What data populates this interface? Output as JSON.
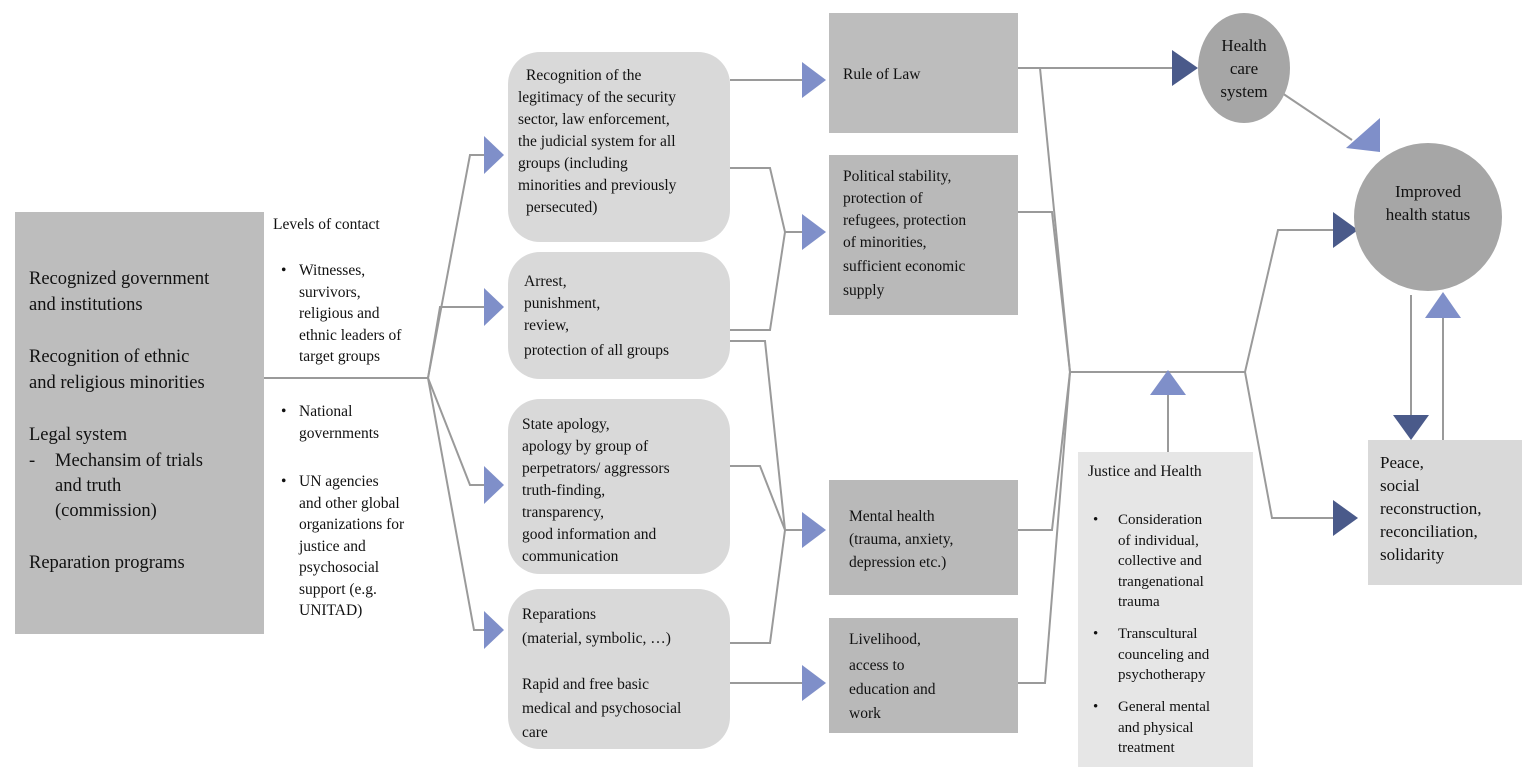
{
  "left_box": {
    "line1a": "Recognized government",
    "line1b": "and institutions",
    "line2a": "Recognition of ethnic",
    "line2b": "and religious minorities",
    "line3": "Legal system",
    "sub_dash": "-",
    "sub_a": "Mechansim of trials",
    "sub_b": "and truth",
    "sub_c": "(commission)",
    "line4": "Reparation programs"
  },
  "contact": {
    "title": "Levels of contact",
    "bullet": "•",
    "b1": [
      "Witnesses,",
      "survivors,",
      "religious and",
      "ethnic leaders of",
      "target groups"
    ],
    "b2": [
      "National",
      "governments"
    ],
    "b3": [
      "UN agencies",
      "and other global",
      "organizations for",
      "justice and",
      "psychosocial",
      "support (e.g.",
      "UNITAD)"
    ]
  },
  "ovals": {
    "o1": [
      "Recognition of the",
      "legitimacy of the security",
      "sector, law enforcement,",
      "the judicial system for all",
      "groups (including",
      "minorities and previously",
      "persecuted)"
    ],
    "o2": [
      "Arrest,",
      "punishment,",
      "review,",
      "protection of all groups"
    ],
    "o3": [
      "State apology,",
      "apology by group of",
      "perpetrators/ aggressors",
      "truth-finding,",
      "transparency,",
      "good information and",
      "communication"
    ],
    "o4": [
      "Reparations",
      "(material, symbolic, …)"
    ],
    "o4b": [
      "Rapid and free basic",
      "medical and psychosocial",
      "care"
    ]
  },
  "outcomes": {
    "rule": [
      "Rule of Law"
    ],
    "political": [
      "Political stability,",
      "protection of",
      "refugees, protection",
      "of minorities,",
      "sufficient economic",
      "supply"
    ],
    "mental": [
      "Mental health",
      "(trauma, anxiety,",
      "depression etc.)"
    ],
    "livelihood": [
      "Livelihood,",
      "access to",
      "education and",
      "work"
    ]
  },
  "justice": {
    "title": "Justice and Health",
    "bullet": "•",
    "j1": [
      "Consideration",
      "of individual,",
      "collective and",
      "trangenational",
      "trauma"
    ],
    "j2": [
      "Transcultural",
      "counceling and",
      "psychotherapy"
    ],
    "j3": [
      "General mental",
      "and physical",
      "treatment"
    ]
  },
  "circles": {
    "health_care": [
      "Health",
      "care",
      "system"
    ],
    "improved": [
      "Improved",
      "health status"
    ]
  },
  "peace": [
    "Peace,",
    "social",
    "reconstruction,",
    "reconciliation,",
    "solidarity"
  ],
  "colors": {
    "line": "#9a9a9a",
    "arrow": "#7f8fc9",
    "arrow_dark": "#4a5a8a"
  }
}
